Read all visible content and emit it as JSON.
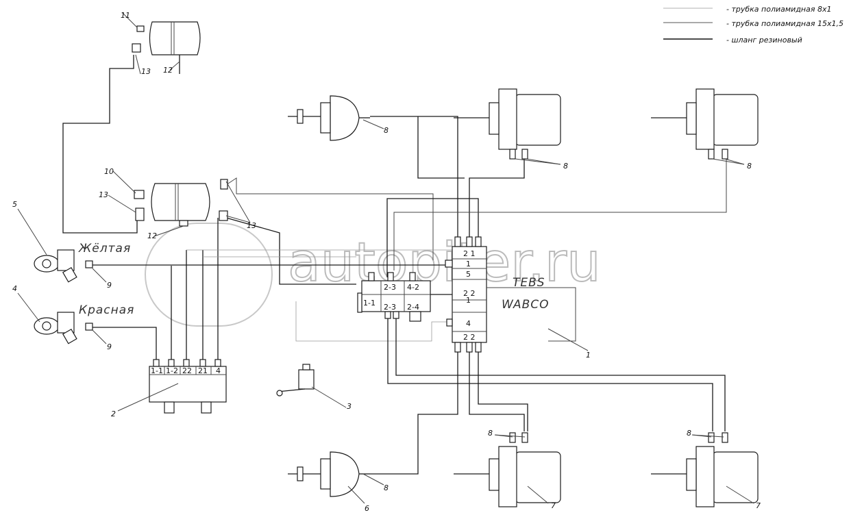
{
  "legend": [
    {
      "text": "- трубка полиамидная 8х1",
      "style": "thin"
    },
    {
      "text": "- трубка полиамидная 15х1,5",
      "style": "medium"
    },
    {
      "text": "- шланг резиновый",
      "style": "thick"
    }
  ],
  "couplings": {
    "yellow": "Жёлтая",
    "red": "Красная"
  },
  "modulator": {
    "line1": "TEBS",
    "line2": "WABCO",
    "ports": [
      "2 1",
      "1",
      "5",
      "2 2",
      "1",
      "4",
      "2 2"
    ]
  },
  "valve_block": {
    "ports": [
      "2-3",
      "4-2",
      "1-1",
      "2-3",
      "2-4"
    ]
  },
  "distributor": {
    "ports": [
      "1-1",
      "1-2",
      "22",
      "21",
      "4"
    ]
  },
  "callouts": {
    "c1": "1",
    "c2": "2",
    "c3": "3",
    "c4": "4",
    "c5": "5",
    "c6": "6",
    "c7a": "7",
    "c7b": "7",
    "c8a": "8",
    "c8b": "8",
    "c8c": "8",
    "c8d": "8",
    "c8e": "8",
    "c8f": "8",
    "c9a": "9",
    "c9b": "9",
    "c10": "10",
    "c11": "11",
    "c12a": "12",
    "c12b": "12",
    "c13a": "13",
    "c13b": "13",
    "c13c": "13"
  },
  "watermark": "autopiter.ru",
  "colors": {
    "line": "#1a1a1a",
    "watermark": "#bbbbbb"
  }
}
